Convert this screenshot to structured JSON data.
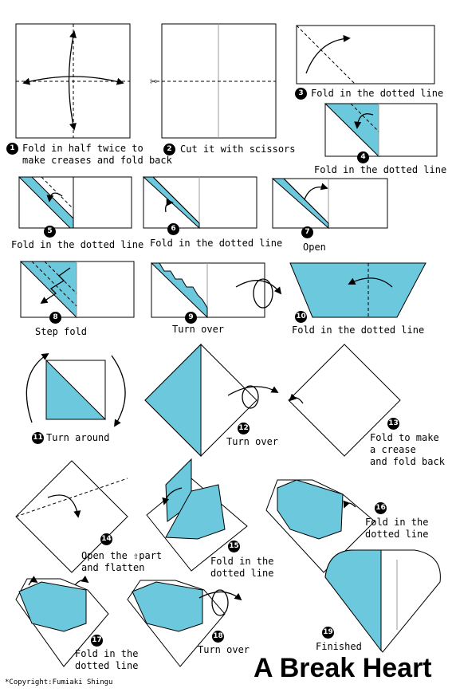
{
  "title": "A Break Heart",
  "copyright": "*Copyright:Fumiaki Shingu",
  "colors": {
    "paper_blue": "#6cc8dc",
    "paper_white": "#ffffff",
    "line": "#000000"
  },
  "steps": [
    {
      "number": "1",
      "text": "Fold in half twice to\nmake creases and fold back"
    },
    {
      "number": "2",
      "text": "Cut it with scissors"
    },
    {
      "number": "3",
      "text": "Fold in the dotted line"
    },
    {
      "number": "4",
      "text": "Fold in the dotted line"
    },
    {
      "number": "5",
      "text": "Fold in the dotted line"
    },
    {
      "number": "6",
      "text": "Fold in the dotted line"
    },
    {
      "number": "7",
      "text": "Open"
    },
    {
      "number": "8",
      "text": "Step fold"
    },
    {
      "number": "9",
      "text": "Turn over"
    },
    {
      "number": "10",
      "text": "Fold in the dotted line"
    },
    {
      "number": "11",
      "text": "Turn around"
    },
    {
      "number": "12",
      "text": "Turn over"
    },
    {
      "number": "13",
      "text": "Fold to make\na crease\nand fold back"
    },
    {
      "number": "14",
      "text": "Open the ⇧part\nand flatten"
    },
    {
      "number": "15",
      "text": "Fold in the\ndotted line"
    },
    {
      "number": "16",
      "text": "Fold in the\ndotted line"
    },
    {
      "number": "17",
      "text": "Fold in the\ndotted line"
    },
    {
      "number": "18",
      "text": "Turn over"
    },
    {
      "number": "19",
      "text": "Finished"
    }
  ]
}
